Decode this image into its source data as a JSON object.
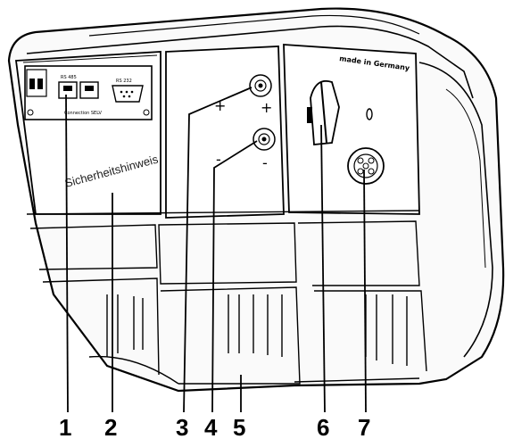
{
  "labels": {
    "warning_label": "Sicherheitshinweis",
    "made_in": "made in Germany",
    "rs485": "RS 485",
    "rs232": "RS 232",
    "connection": "Connection SELV",
    "plus": "+",
    "minus": "-"
  },
  "callouts": [
    {
      "id": "1",
      "text": "1"
    },
    {
      "id": "2",
      "text": "2"
    },
    {
      "id": "3",
      "text": "3"
    },
    {
      "id": "4",
      "text": "4"
    },
    {
      "id": "5",
      "text": "5"
    },
    {
      "id": "6",
      "text": "6"
    },
    {
      "id": "7",
      "text": "7"
    }
  ]
}
